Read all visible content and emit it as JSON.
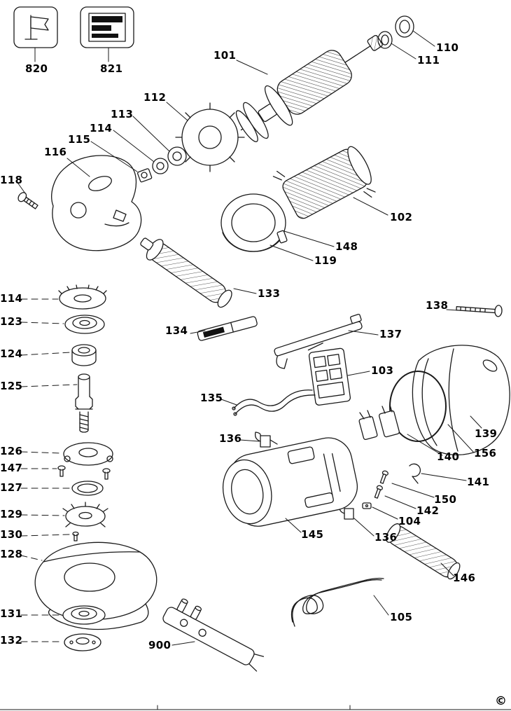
{
  "diagram": {
    "type": "exploded-parts-diagram",
    "copyright": "©",
    "callouts": {
      "c820": "820",
      "c821": "821",
      "c101": "101",
      "c110": "110",
      "c111": "111",
      "c112": "112",
      "c113": "113",
      "c114_top": "114",
      "c115": "115",
      "c116": "116",
      "c118": "118",
      "c102": "102",
      "c148": "148",
      "c119": "119",
      "c133": "133",
      "c134": "134",
      "c137": "137",
      "c138": "138",
      "c103": "103",
      "c135": "135",
      "c136_a": "136",
      "c139": "139",
      "c156": "156",
      "c140": "140",
      "c141": "141",
      "c150": "150",
      "c142": "142",
      "c104": "104",
      "c136_b": "136",
      "c145": "145",
      "c146": "146",
      "c105": "105",
      "c900": "900",
      "c114_left": "114",
      "c123": "123",
      "c124": "124",
      "c125": "125",
      "c126": "126",
      "c147": "147",
      "c127": "127",
      "c129": "129",
      "c130": "130",
      "c128": "128",
      "c131": "131",
      "c132": "132"
    }
  }
}
